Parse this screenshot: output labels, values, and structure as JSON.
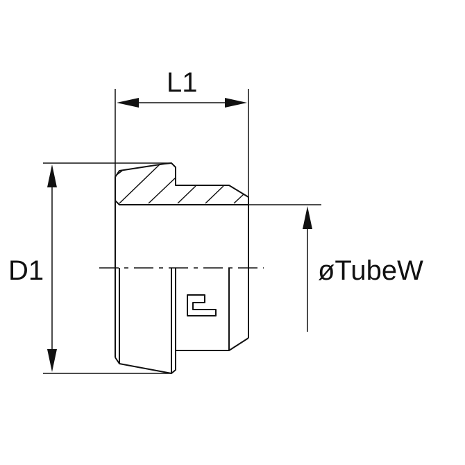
{
  "labels": {
    "length": "L1",
    "diameter": "D1",
    "tube": "øTubeW"
  },
  "colors": {
    "line": "#111111",
    "background": "#ffffff"
  }
}
